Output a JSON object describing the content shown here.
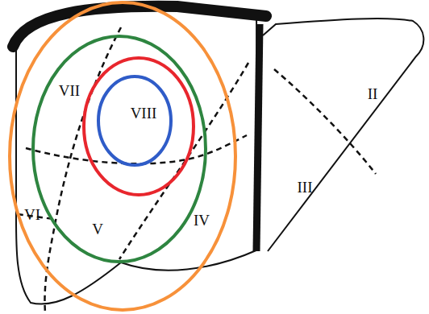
{
  "diagram": {
    "labels": [
      "VII",
      "VIII",
      "VI",
      "V",
      "IV",
      "II",
      "III"
    ]
  }
}
